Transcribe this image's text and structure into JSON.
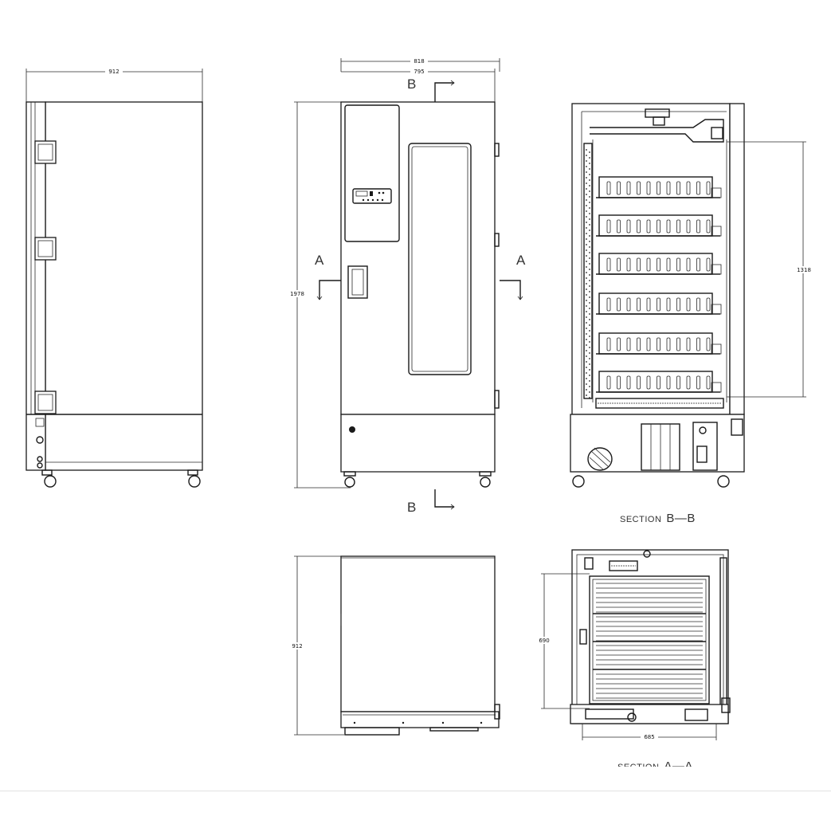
{
  "dimensions": {
    "side_width": "912",
    "front_outer_width": "818",
    "front_inner_width": "795",
    "front_height": "1978",
    "top_depth": "912",
    "section_bb_height": "1318",
    "section_aa_depth": "690",
    "section_aa_width": "685"
  },
  "section_markers": {
    "b_top": "B",
    "b_bottom": "B",
    "a_left": "A",
    "a_right": "A"
  },
  "section_titles": {
    "bb_prefix": "SECTION",
    "bb_letters": "B—B",
    "aa_prefix": "SECTION",
    "aa_letters": "A—A"
  }
}
